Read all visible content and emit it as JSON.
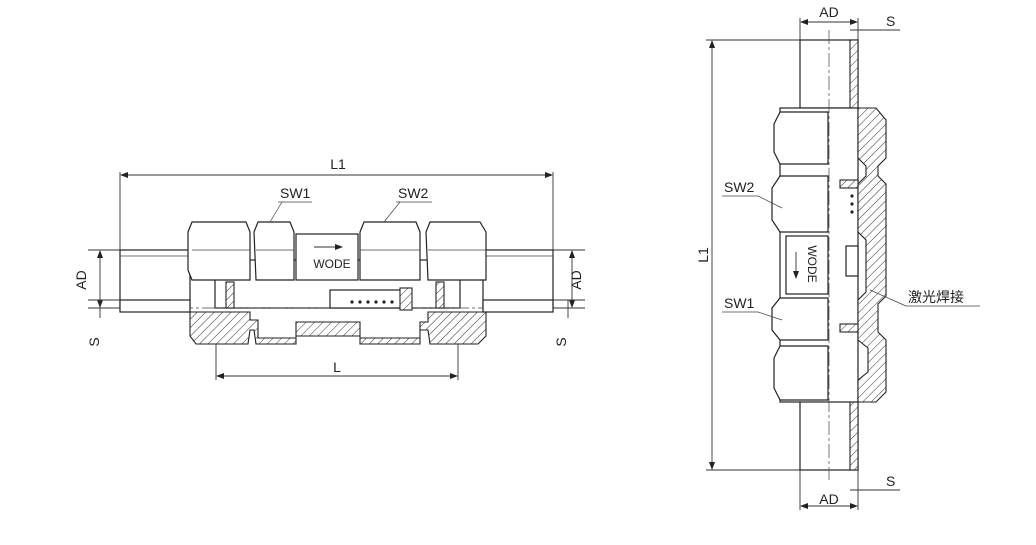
{
  "labels": {
    "l1": "L1",
    "l": "L",
    "sw1": "SW1",
    "sw2": "SW2",
    "ad": "AD",
    "s": "S",
    "flow": "WODE",
    "laser_weld": "激光焊接"
  }
}
